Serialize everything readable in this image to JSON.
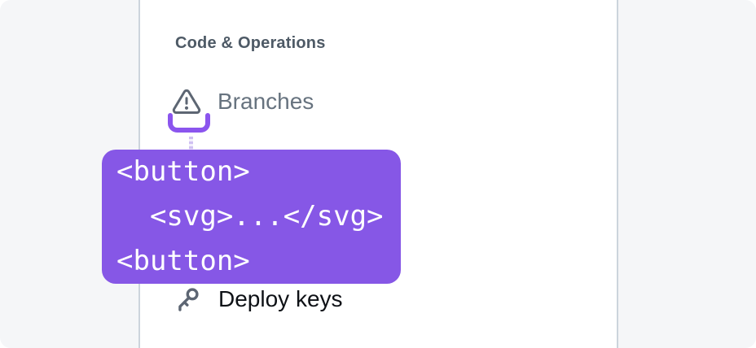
{
  "colors": {
    "canvas_bg": "#f5f6f8",
    "panel_bg": "#ffffff",
    "divider": "#ccd4dc",
    "section_title_text": "#4e5a66",
    "branches_text": "#67737f",
    "deploy_keys_text": "#0e1116",
    "icon_stroke": "#5d6673",
    "highlight_bracket": "#8b55ee",
    "connector_dots": "#cfc0f2",
    "tooltip_bg": "#8657e6",
    "tooltip_text": "#ffffff"
  },
  "panel": {
    "section_title": "Code & Operations",
    "items": [
      {
        "label": "Branches",
        "icon": "warning-triangle-icon"
      },
      {
        "label": "Deploy keys",
        "icon": "key-icon"
      }
    ]
  },
  "annotation": {
    "bracket_target": "warning-triangle-icon"
  },
  "tooltip": {
    "lines": [
      "<button>",
      "  <svg>...</svg>",
      "<button>"
    ]
  }
}
